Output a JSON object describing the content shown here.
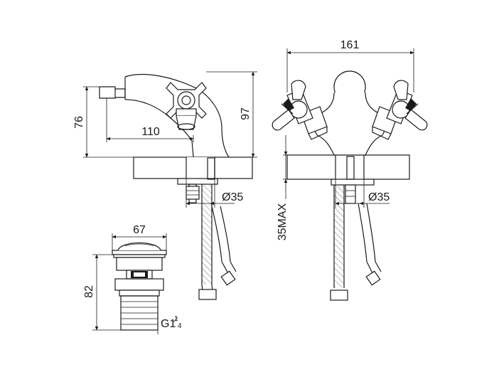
{
  "dimensions": {
    "side_height_spout": "76",
    "side_reach": "110",
    "side_height_total": "97",
    "side_hole_diameter": "Ø35",
    "front_width": "161",
    "front_hole_diameter": "Ø35",
    "front_counter_thickness": "35MAX",
    "waste_width": "67",
    "waste_height": "82",
    "waste_thread_main": "G1",
    "waste_thread_fraction_num": "1",
    "waste_thread_fraction_den": "4"
  }
}
